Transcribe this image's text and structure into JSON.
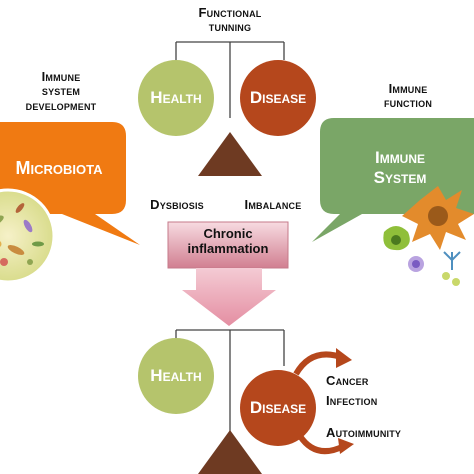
{
  "top": {
    "functional_line1": "Functional",
    "functional_line2": "tunning",
    "health": "Health",
    "disease": "Disease"
  },
  "left": {
    "heading_line1": "Immune",
    "heading_line2": "system",
    "heading_line3": "development",
    "bubble": "Microbiota"
  },
  "right": {
    "heading_line1": "Immune",
    "heading_line2": "function",
    "bubble_line1": "Immune",
    "bubble_line2": "System"
  },
  "middle": {
    "dysbiosis": "Dysbiosis",
    "imbalance": "Imbalance",
    "box_line1": "Chronic",
    "box_line2": "inflammation"
  },
  "bottom": {
    "health": "Health",
    "disease": "Disease",
    "outcome1": "Cancer",
    "outcome2": "Infection",
    "outcome3": "Autoimmunity"
  },
  "colors": {
    "health": "#b5c46c",
    "disease": "#b5471c",
    "microbiota_bubble": "#f07a12",
    "immune_bubble": "#7aa667",
    "fulcrum": "#6e3a22",
    "arrow": "#eaa2b2",
    "box": "#d88b9b"
  }
}
